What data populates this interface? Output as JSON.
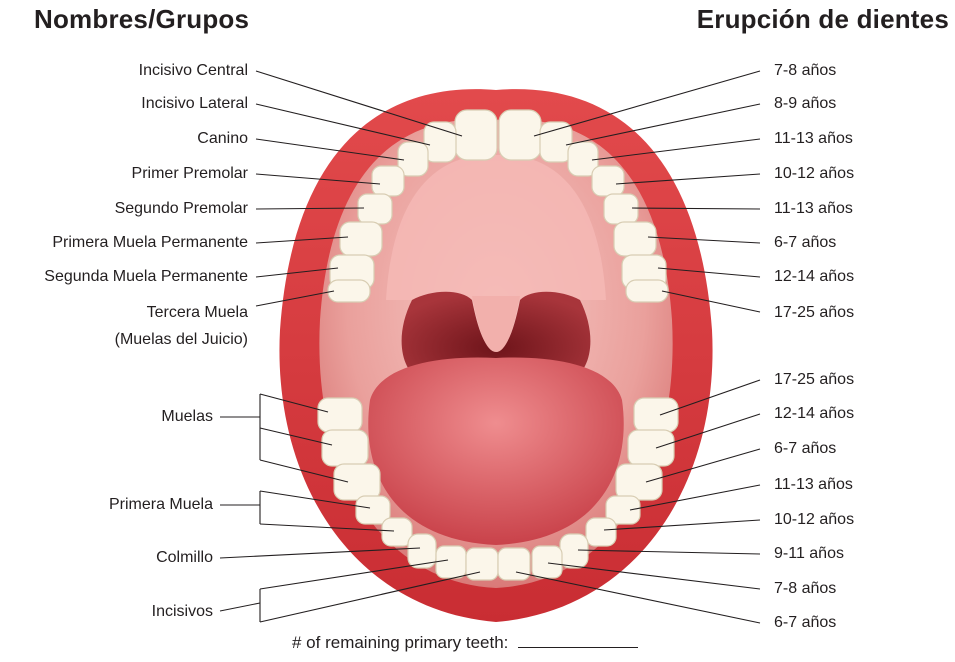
{
  "titles": {
    "left": "Nombres/Grupos",
    "right": "Erupción de dientes"
  },
  "left_labels": [
    "Incisivo Central",
    "Incisivo Lateral",
    "Canino",
    "Primer Premolar",
    "Segundo Premolar",
    "Primera Muela Permanente",
    "Segunda Muela Permanente",
    "Tercera Muela",
    "(Muelas del Juicio)"
  ],
  "left_groups": [
    "Muelas",
    "Primera Muela",
    "Colmillo",
    "Incisivos"
  ],
  "upper_eruption": [
    "7-8 años",
    "8-9 años",
    "11-13 años",
    "10-12 años",
    "11-13 años",
    "6-7 años",
    "12-14 años",
    "17-25 años"
  ],
  "lower_eruption": [
    "17-25 años",
    "12-14 años",
    "6-7 años",
    "11-13 años",
    "10-12 años",
    "9-11 años",
    "7-8 años",
    "6-7 años"
  ],
  "footer": {
    "text": "# of remaining primary teeth:"
  },
  "colors": {
    "lips": "#d9353a",
    "lips_light": "#f3a29c",
    "mouth": "#f0a7a4",
    "palate": "#f7c3bf",
    "throat": "#8a1f25",
    "tongue": "#e25a5f",
    "teeth": "#fbf6ea",
    "tooth_edge": "#d8cdb3"
  }
}
